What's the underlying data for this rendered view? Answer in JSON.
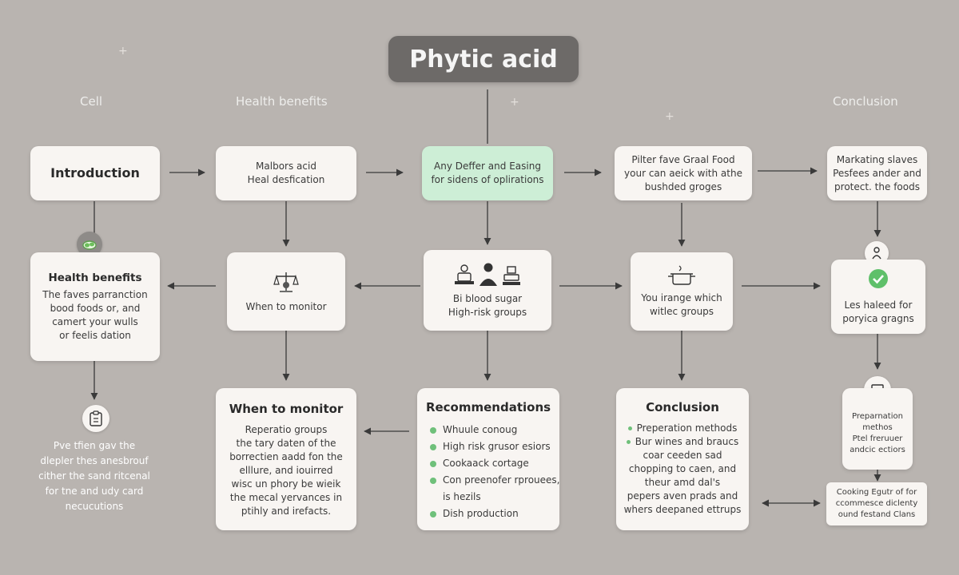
{
  "title": "Phytic acid",
  "column_labels": [
    "Cell",
    "Health benefits",
    "Conclusion"
  ],
  "nodes": {
    "introduction": "Introduction",
    "malbors": [
      "Malbors acid",
      "Heal desfication"
    ],
    "any_deffer": [
      "Any Deffer and Easing",
      "for sidens of oplirations"
    ],
    "pilter": [
      "Pilter fave Graal Food",
      "your can aeick with athe",
      "bushded groges"
    ],
    "markating": [
      "Markating slaves",
      "Pesfees ander and",
      "protect. the foods"
    ],
    "health_benefits": {
      "heading": "Health benefits",
      "lines": [
        "The faves parranction",
        "bood foods or, and",
        "camert your wulls",
        "or feelis dation"
      ]
    },
    "when_monitor_small": "When to monitor",
    "blood_sugar": [
      "Bi blood sugar",
      "High-risk groups"
    ],
    "you_irange": [
      "You irange which",
      "witlec groups"
    ],
    "les_haleed": [
      "Les haleed for",
      "poryica gragns"
    ],
    "when_monitor_big": {
      "heading": "When to monitor",
      "lines": [
        "Reperatio groups",
        "the tary daten of the",
        "borrectien aadd fon the",
        "elllure, and iouirred",
        "wisc un phory be  wieik",
        "the mecal yervances in",
        "ptihly and irefacts."
      ]
    },
    "recommendations": {
      "heading": "Recommendations",
      "items": [
        "Whuule conoug",
        "High risk grusor esiors",
        "Cookaack cortage",
        "Con preenofer rprouees,",
        "Dish production"
      ],
      "sub": "is hezils"
    },
    "conclusion": {
      "heading": "Conclusion",
      "bullets": [
        "Preperation methods",
        "Bur wines and braucs"
      ],
      "lines": [
        "coar ceeden sad",
        "chopping to caen, and",
        "theur amd dal's",
        "pepers aven prads and",
        "whers deepaned ettrups"
      ]
    },
    "preparation": [
      "Preparnation",
      "methos",
      "Ptel freruuer",
      "andcic ectiors"
    ],
    "cooking": [
      "Cooking Egutr of for",
      "ccommesce diclenty",
      "ound festand Clans"
    ]
  },
  "free_text": [
    "Pve tfien        gav the",
    "dlepler thes anesbrouf",
    "cither the sand ritcenal",
    "for tne and udy card",
    "necucutions"
  ]
}
